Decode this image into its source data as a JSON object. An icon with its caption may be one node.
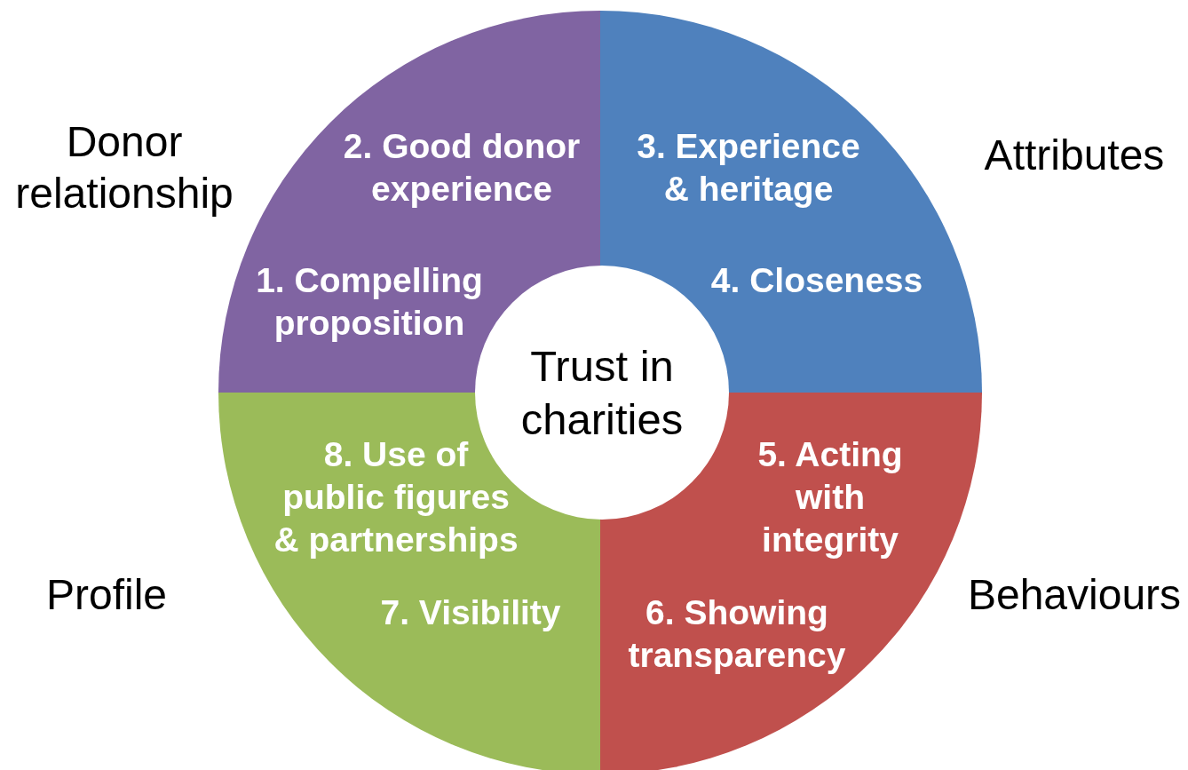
{
  "diagram": {
    "nodes": [
      {
        "text": [
          "2. Good donor experience",
          "1. Compelling proposition"
        ],
        "beside": [
          "Donor relationship"
        ]
      },
      {
        "text": [
          "3. Experience & heritage",
          "4. Closeness"
        ],
        "beside": [
          "Attributes"
        ]
      },
      {
        "text": [
          "8. Use of public figures & partnerships",
          "7. Visibility"
        ],
        "beside": [
          "Profile"
        ]
      },
      {
        "text": [
          "5. Acting with integrity",
          "6. Showing transparency"
        ],
        "beside": [
          "Behaviours"
        ]
      },
      {
        "text": [
          "Trust in charities"
        ]
      }
    ],
    "edges": []
  }
}
